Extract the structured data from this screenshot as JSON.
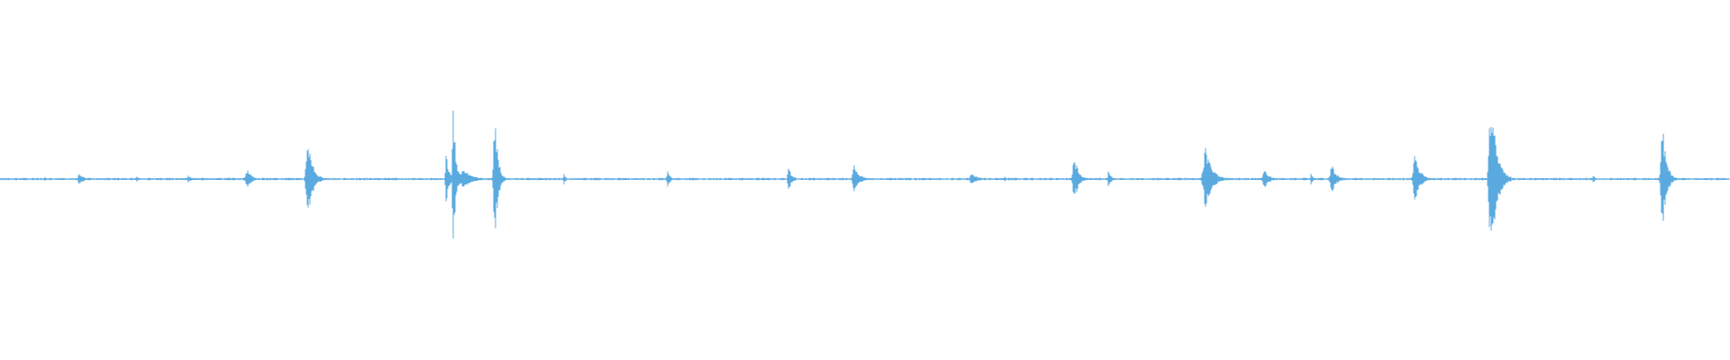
{
  "waveform": {
    "color": "#5aaae0",
    "background": "#ffffff",
    "icon": "audio-waveform-icon",
    "duration_fraction_scale": "relative",
    "bursts": [
      {
        "t": 0.026,
        "amp": 0.01,
        "w": 0.004
      },
      {
        "t": 0.046,
        "amp": 0.035,
        "w": 0.005
      },
      {
        "t": 0.079,
        "amp": 0.02,
        "w": 0.002
      },
      {
        "t": 0.109,
        "amp": 0.02,
        "w": 0.005
      },
      {
        "t": 0.143,
        "amp": 0.06,
        "w": 0.005
      },
      {
        "t": 0.178,
        "amp": 0.23,
        "w": 0.006
      },
      {
        "t": 0.258,
        "amp": 0.18,
        "w": 0.003
      },
      {
        "t": 0.262,
        "amp": 0.47,
        "w": 0.003
      },
      {
        "t": 0.268,
        "amp": 0.06,
        "w": 0.01
      },
      {
        "t": 0.286,
        "amp": 0.39,
        "w": 0.004
      },
      {
        "t": 0.326,
        "amp": 0.04,
        "w": 0.002
      },
      {
        "t": 0.386,
        "amp": 0.05,
        "w": 0.003
      },
      {
        "t": 0.456,
        "amp": 0.07,
        "w": 0.004
      },
      {
        "t": 0.494,
        "amp": 0.09,
        "w": 0.006
      },
      {
        "t": 0.562,
        "amp": 0.03,
        "w": 0.008
      },
      {
        "t": 0.581,
        "amp": 0.02,
        "w": 0.002
      },
      {
        "t": 0.621,
        "amp": 0.15,
        "w": 0.005
      },
      {
        "t": 0.641,
        "amp": 0.06,
        "w": 0.003
      },
      {
        "t": 0.697,
        "amp": 0.18,
        "w": 0.008
      },
      {
        "t": 0.731,
        "amp": 0.06,
        "w": 0.006
      },
      {
        "t": 0.758,
        "amp": 0.04,
        "w": 0.002
      },
      {
        "t": 0.77,
        "amp": 0.08,
        "w": 0.006
      },
      {
        "t": 0.818,
        "amp": 0.15,
        "w": 0.006
      },
      {
        "t": 0.862,
        "amp": 0.48,
        "w": 0.007
      },
      {
        "t": 0.921,
        "amp": 0.03,
        "w": 0.002
      },
      {
        "t": 0.961,
        "amp": 0.31,
        "w": 0.005
      }
    ]
  }
}
